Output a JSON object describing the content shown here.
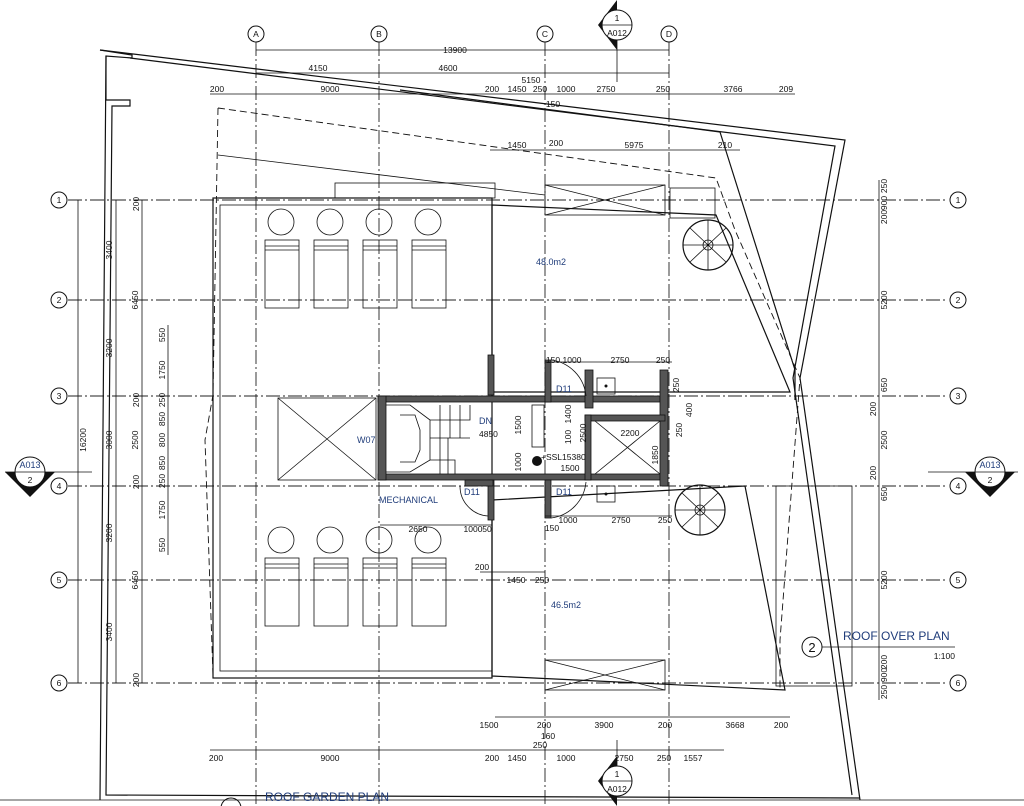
{
  "grid": {
    "columns": [
      "A",
      "B",
      "C",
      "D"
    ],
    "rows": [
      "1",
      "2",
      "3",
      "4",
      "5",
      "6"
    ]
  },
  "dims": {
    "top": [
      "13900",
      "4150",
      "4600",
      "5150",
      "200",
      "9000",
      "200",
      "1450",
      "250",
      "1000",
      "2750",
      "250",
      "3766",
      "209",
      "150",
      "1450",
      "200",
      "5975",
      "210"
    ],
    "bottom": [
      "1500",
      "200",
      "3900",
      "200",
      "3668",
      "200",
      "160",
      "250",
      "200",
      "9000",
      "200",
      "1450",
      "1000",
      "2750",
      "250",
      "1557"
    ],
    "left": [
      "16200",
      "3400",
      "3200",
      "3000",
      "3200",
      "3400",
      "6450",
      "2500",
      "6450",
      "200",
      "200",
      "200",
      "200",
      "550",
      "1750",
      "250",
      "850",
      "800",
      "850",
      "250",
      "1750",
      "550"
    ],
    "right": [
      "250",
      "900",
      "200",
      "5200",
      "650",
      "200",
      "2500",
      "200",
      "650",
      "5200",
      "200",
      "900",
      "250"
    ],
    "interior": [
      "150",
      "1000",
      "2750",
      "250",
      "250",
      "400",
      "250",
      "1400",
      "100",
      "2500",
      "1500",
      "1000",
      "2200",
      "1850",
      "1500",
      "1000",
      "2750",
      "250",
      "150",
      "2650",
      "1000",
      "50",
      "200",
      "1450",
      "250"
    ]
  },
  "rooms": {
    "north_terrace_area": "48.0m2",
    "south_terrace_area": "46.5m2",
    "window_tag": "W07",
    "mechanical": "MECHANICAL",
    "stair_dn": "DN",
    "stair_len": "4850",
    "door_tags": [
      "D11",
      "D11",
      "D11"
    ],
    "level_tag": "+SSL15380"
  },
  "callouts": {
    "section_top": {
      "num": "1",
      "sheet": "A012"
    },
    "section_bottom": {
      "num": "1",
      "sheet": "A012"
    },
    "section_left": {
      "num": "2",
      "sheet": "A013"
    },
    "section_right": {
      "num": "2",
      "sheet": "A013"
    }
  },
  "titles": {
    "roof_over_plan": "ROOF OVER PLAN",
    "roof_over_plan_num": "2",
    "roof_over_plan_scale": "1:100",
    "roof_garden_plan": "ROOF GARDEN PLAN"
  }
}
